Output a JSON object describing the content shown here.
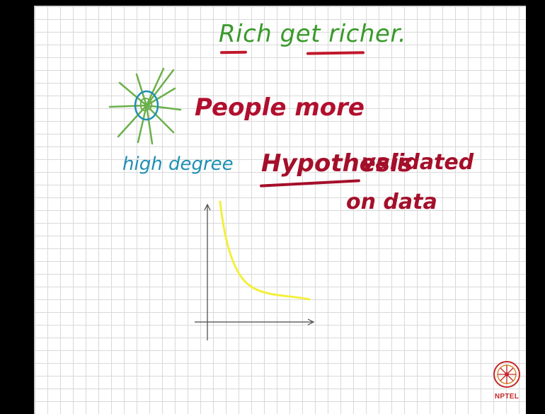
{
  "slide": {
    "title": "Rich get richer.",
    "line_people": "People more",
    "label_high_degree": "high degree",
    "hypothesis_word": "Hypothesis",
    "validated_word": "validated",
    "on_data": "on data"
  },
  "logo": {
    "text": "NPTEL"
  },
  "colors": {
    "title_green": "#3a9a2b",
    "ink_red": "#b10f2e",
    "ink_blue": "#1f8fb4",
    "curve_yellow": "#f3ef3a",
    "spoke_green": "#6bb04a",
    "logo_red": "#c4282a"
  }
}
